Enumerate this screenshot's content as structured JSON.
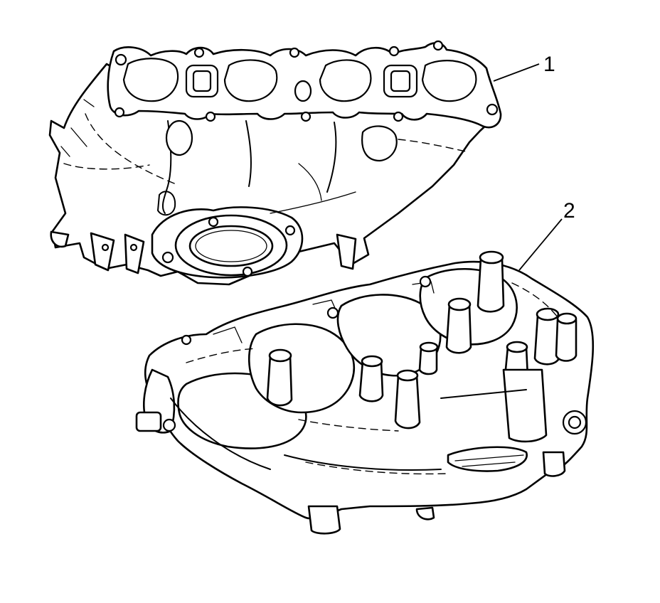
{
  "figure": {
    "callouts": [
      {
        "id": "1",
        "text": "1"
      },
      {
        "id": "2",
        "text": "2"
      }
    ],
    "parts": [
      {
        "callout": "1",
        "icon": "upper-intake-manifold-illustration"
      },
      {
        "callout": "2",
        "icon": "lower-intake-manifold-illustration"
      }
    ],
    "colors": {
      "line": "#000000",
      "background": "#ffffff"
    }
  }
}
